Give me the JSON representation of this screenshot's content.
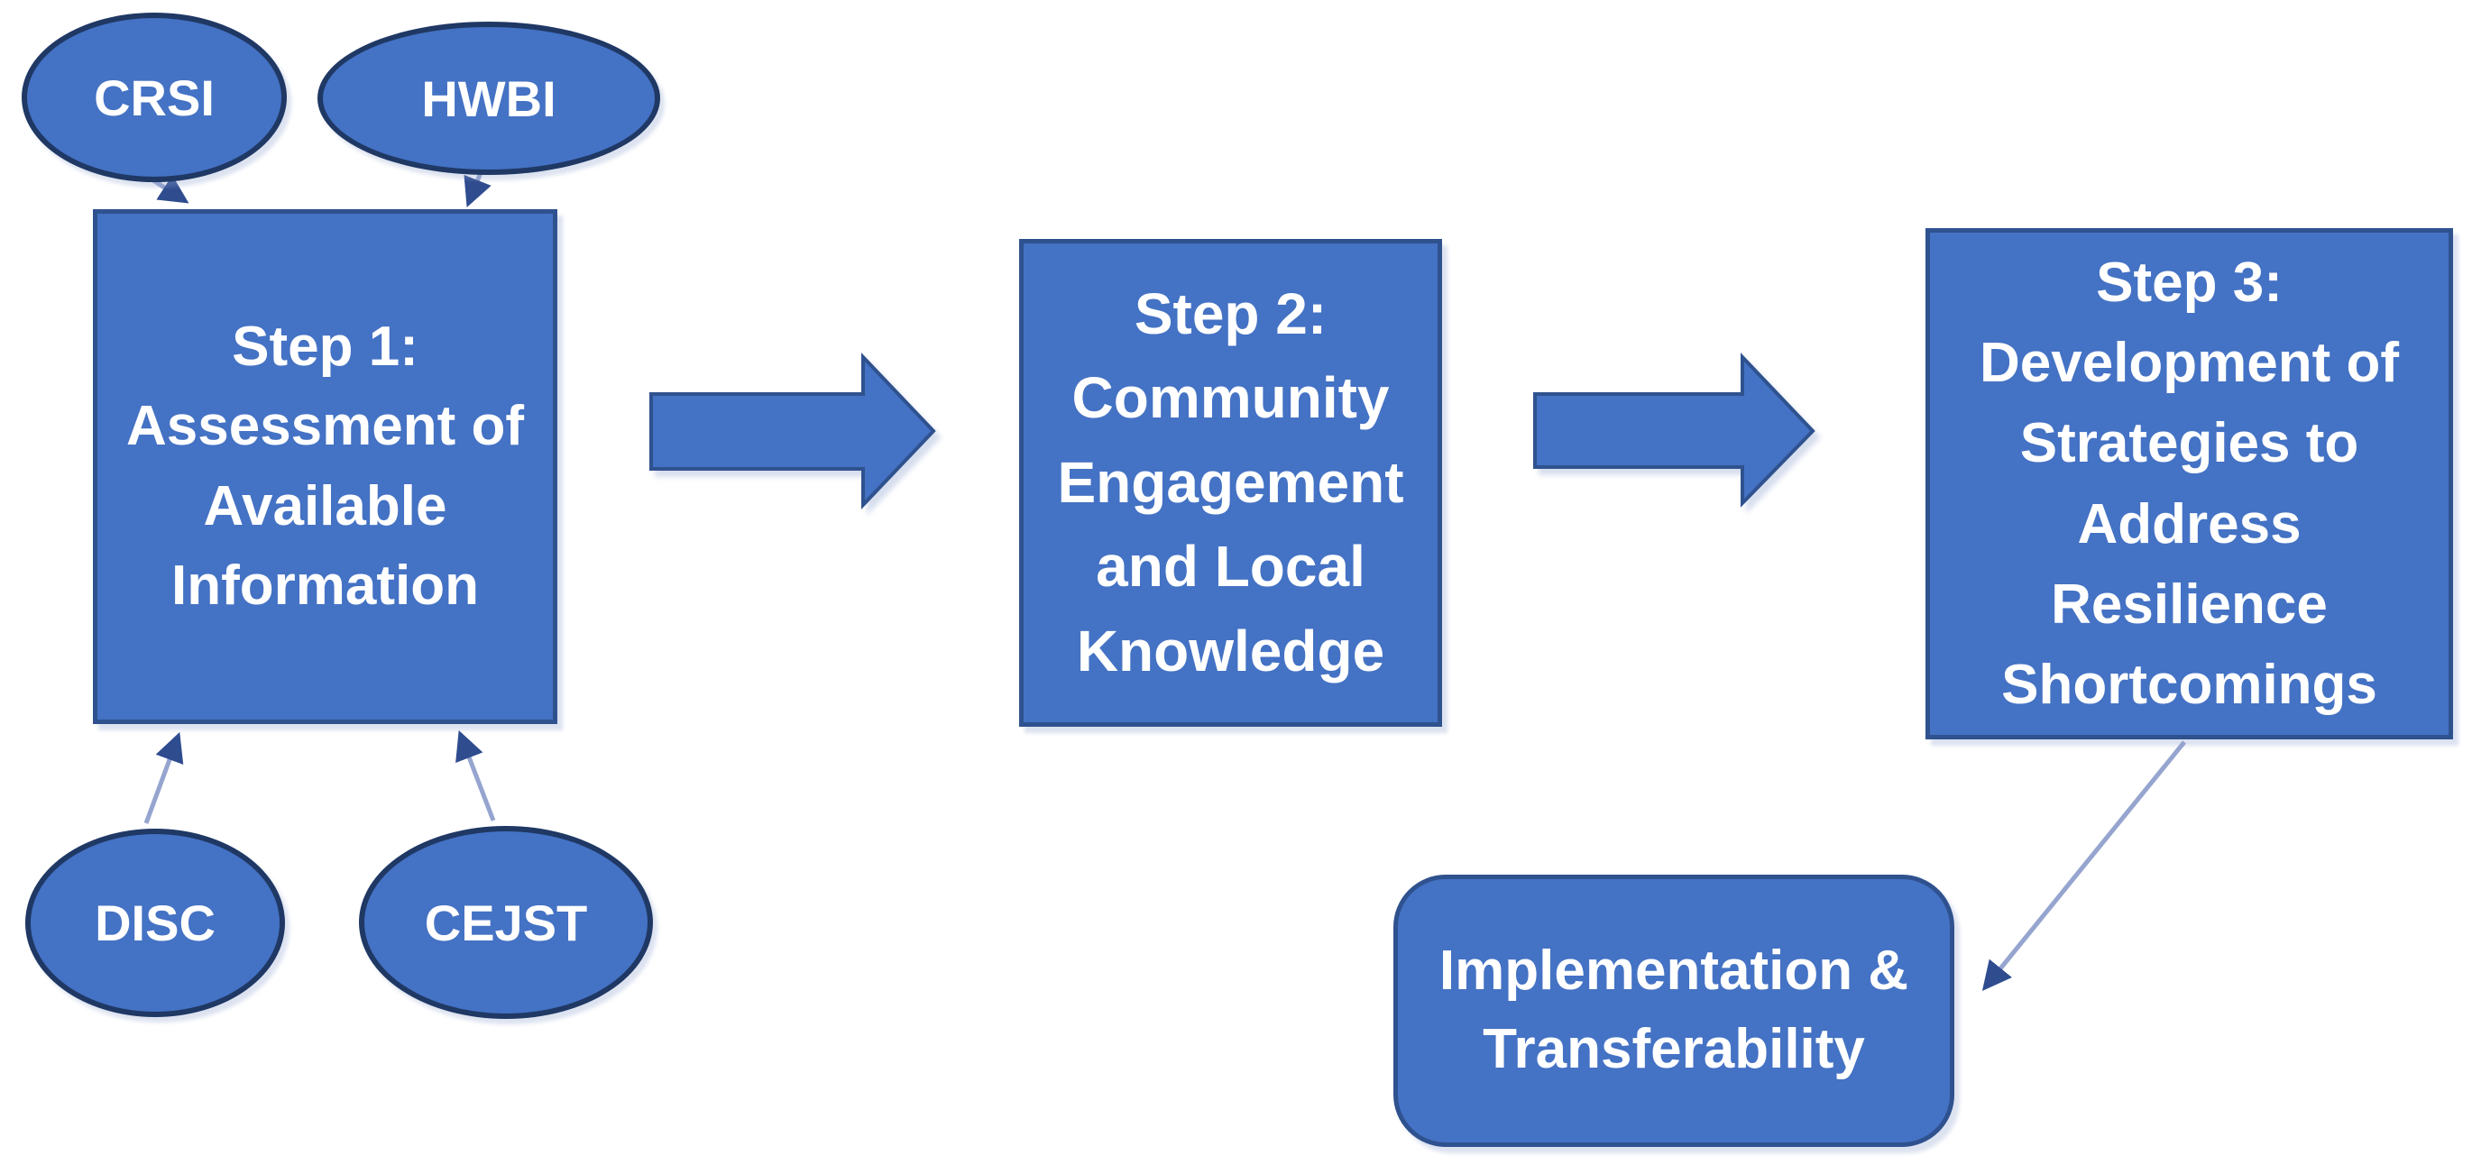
{
  "diagram": {
    "title": "Community resilience assessment process flowchart",
    "colors": {
      "shape_fill": "#4472C4",
      "box_border": "#2F528F",
      "ellipse_border": "#1F3864",
      "connector_line": "#96A5CF",
      "arrowhead": "#2F4C8F",
      "text": "#FFFFFF",
      "background": "#FFFFFF"
    },
    "sources_top": [
      {
        "label": "CRSI"
      },
      {
        "label": "HWBI"
      }
    ],
    "sources_bottom": [
      {
        "label": "DISC"
      },
      {
        "label": "CEJST"
      }
    ],
    "steps": [
      {
        "text": "Step 1:\nAssessment of\nAvailable\nInformation"
      },
      {
        "text": "Step 2:\nCommunity\nEngagement\nand Local\nKnowledge"
      },
      {
        "text": "Step 3:\nDevelopment of\nStrategies to\nAddress\nResilience\nShortcomings"
      }
    ],
    "outcome": {
      "text": "Implementation &\nTransferability"
    }
  }
}
